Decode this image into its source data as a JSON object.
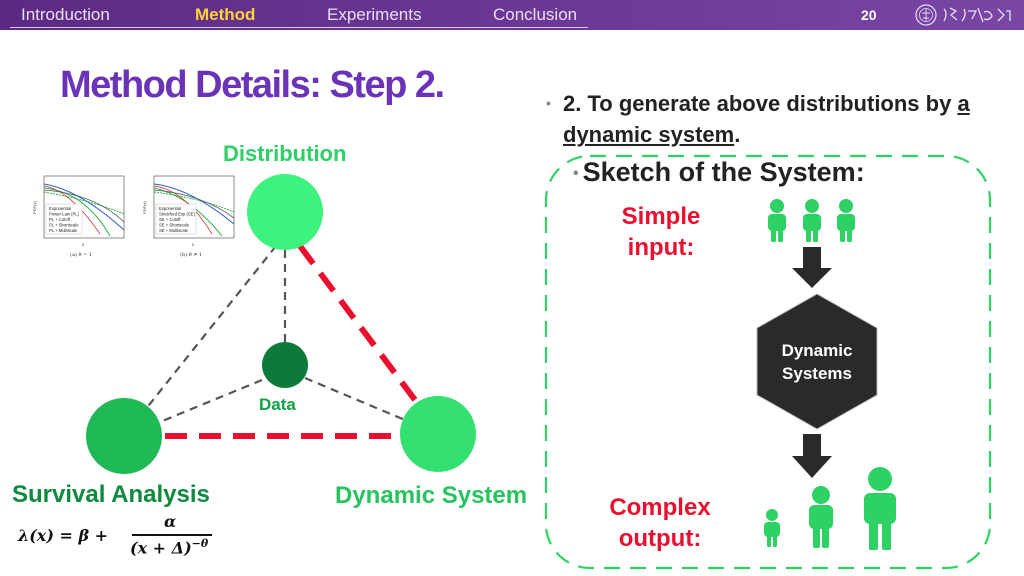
{
  "nav": {
    "items": [
      "Introduction",
      "Method",
      "Experiments",
      "Conclusion"
    ],
    "active": "Method",
    "page_number": "20"
  },
  "slide": {
    "title": "Method Details: Step 2.",
    "bullet1_pre": "2. To generate above distributions by ",
    "bullet1_underlined": "a dynamic system",
    "bullet1_post": ".",
    "bullet2": "Sketch of the System:"
  },
  "triangle": {
    "distribution_label": "Distribution",
    "data_label": "Data",
    "survival_label": "Survival Analysis",
    "dynamic_label": "Dynamic System"
  },
  "formula": {
    "lhs": "λ(x) = β +",
    "numerator": "α",
    "denominator": "(x + Δ)",
    "exponent": "−θ"
  },
  "sketch": {
    "simple_input": "Simple input:",
    "dynamic_systems": "Dynamic Systems",
    "complex_output": "Complex output:"
  },
  "thumbnails": {
    "left_legend": [
      "Exponential",
      "Power-Law (PL)",
      "PL + Cutoff",
      "PL + Shortscale",
      "PL + Multiscale"
    ],
    "right_legend": [
      "Exponential",
      "Stretched Exp (SE)",
      "SE + Cutoff",
      "SE + Shortscale",
      "SE + Multiscale"
    ],
    "left_caption": "(a) θ = 1",
    "right_caption": "(b) θ ≠ 1",
    "ylabel": "PDF(x)",
    "xlabel": "x"
  },
  "colors": {
    "accent_purple": "#6b34b8",
    "node_light": "#33f27a",
    "node_mid": "#1fba55",
    "node_dark": "#0d7a3a",
    "red_dash": "#e8102e",
    "person_green": "#2ed164",
    "hexagon": "#2a2a2a"
  }
}
